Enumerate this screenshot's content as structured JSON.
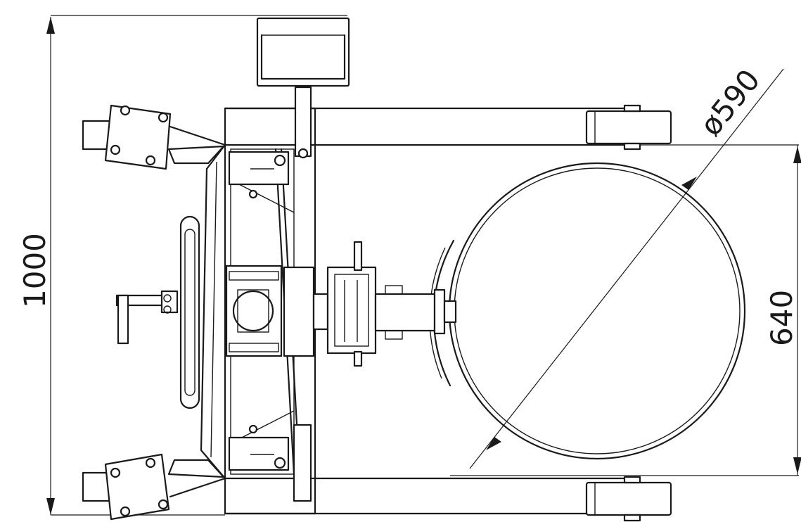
{
  "dimensions": {
    "overall_length": "1000",
    "drum_width": "640",
    "drum_diameter": "ø590"
  },
  "colors": {
    "line": "#1a1a1a",
    "background": "#ffffff"
  }
}
